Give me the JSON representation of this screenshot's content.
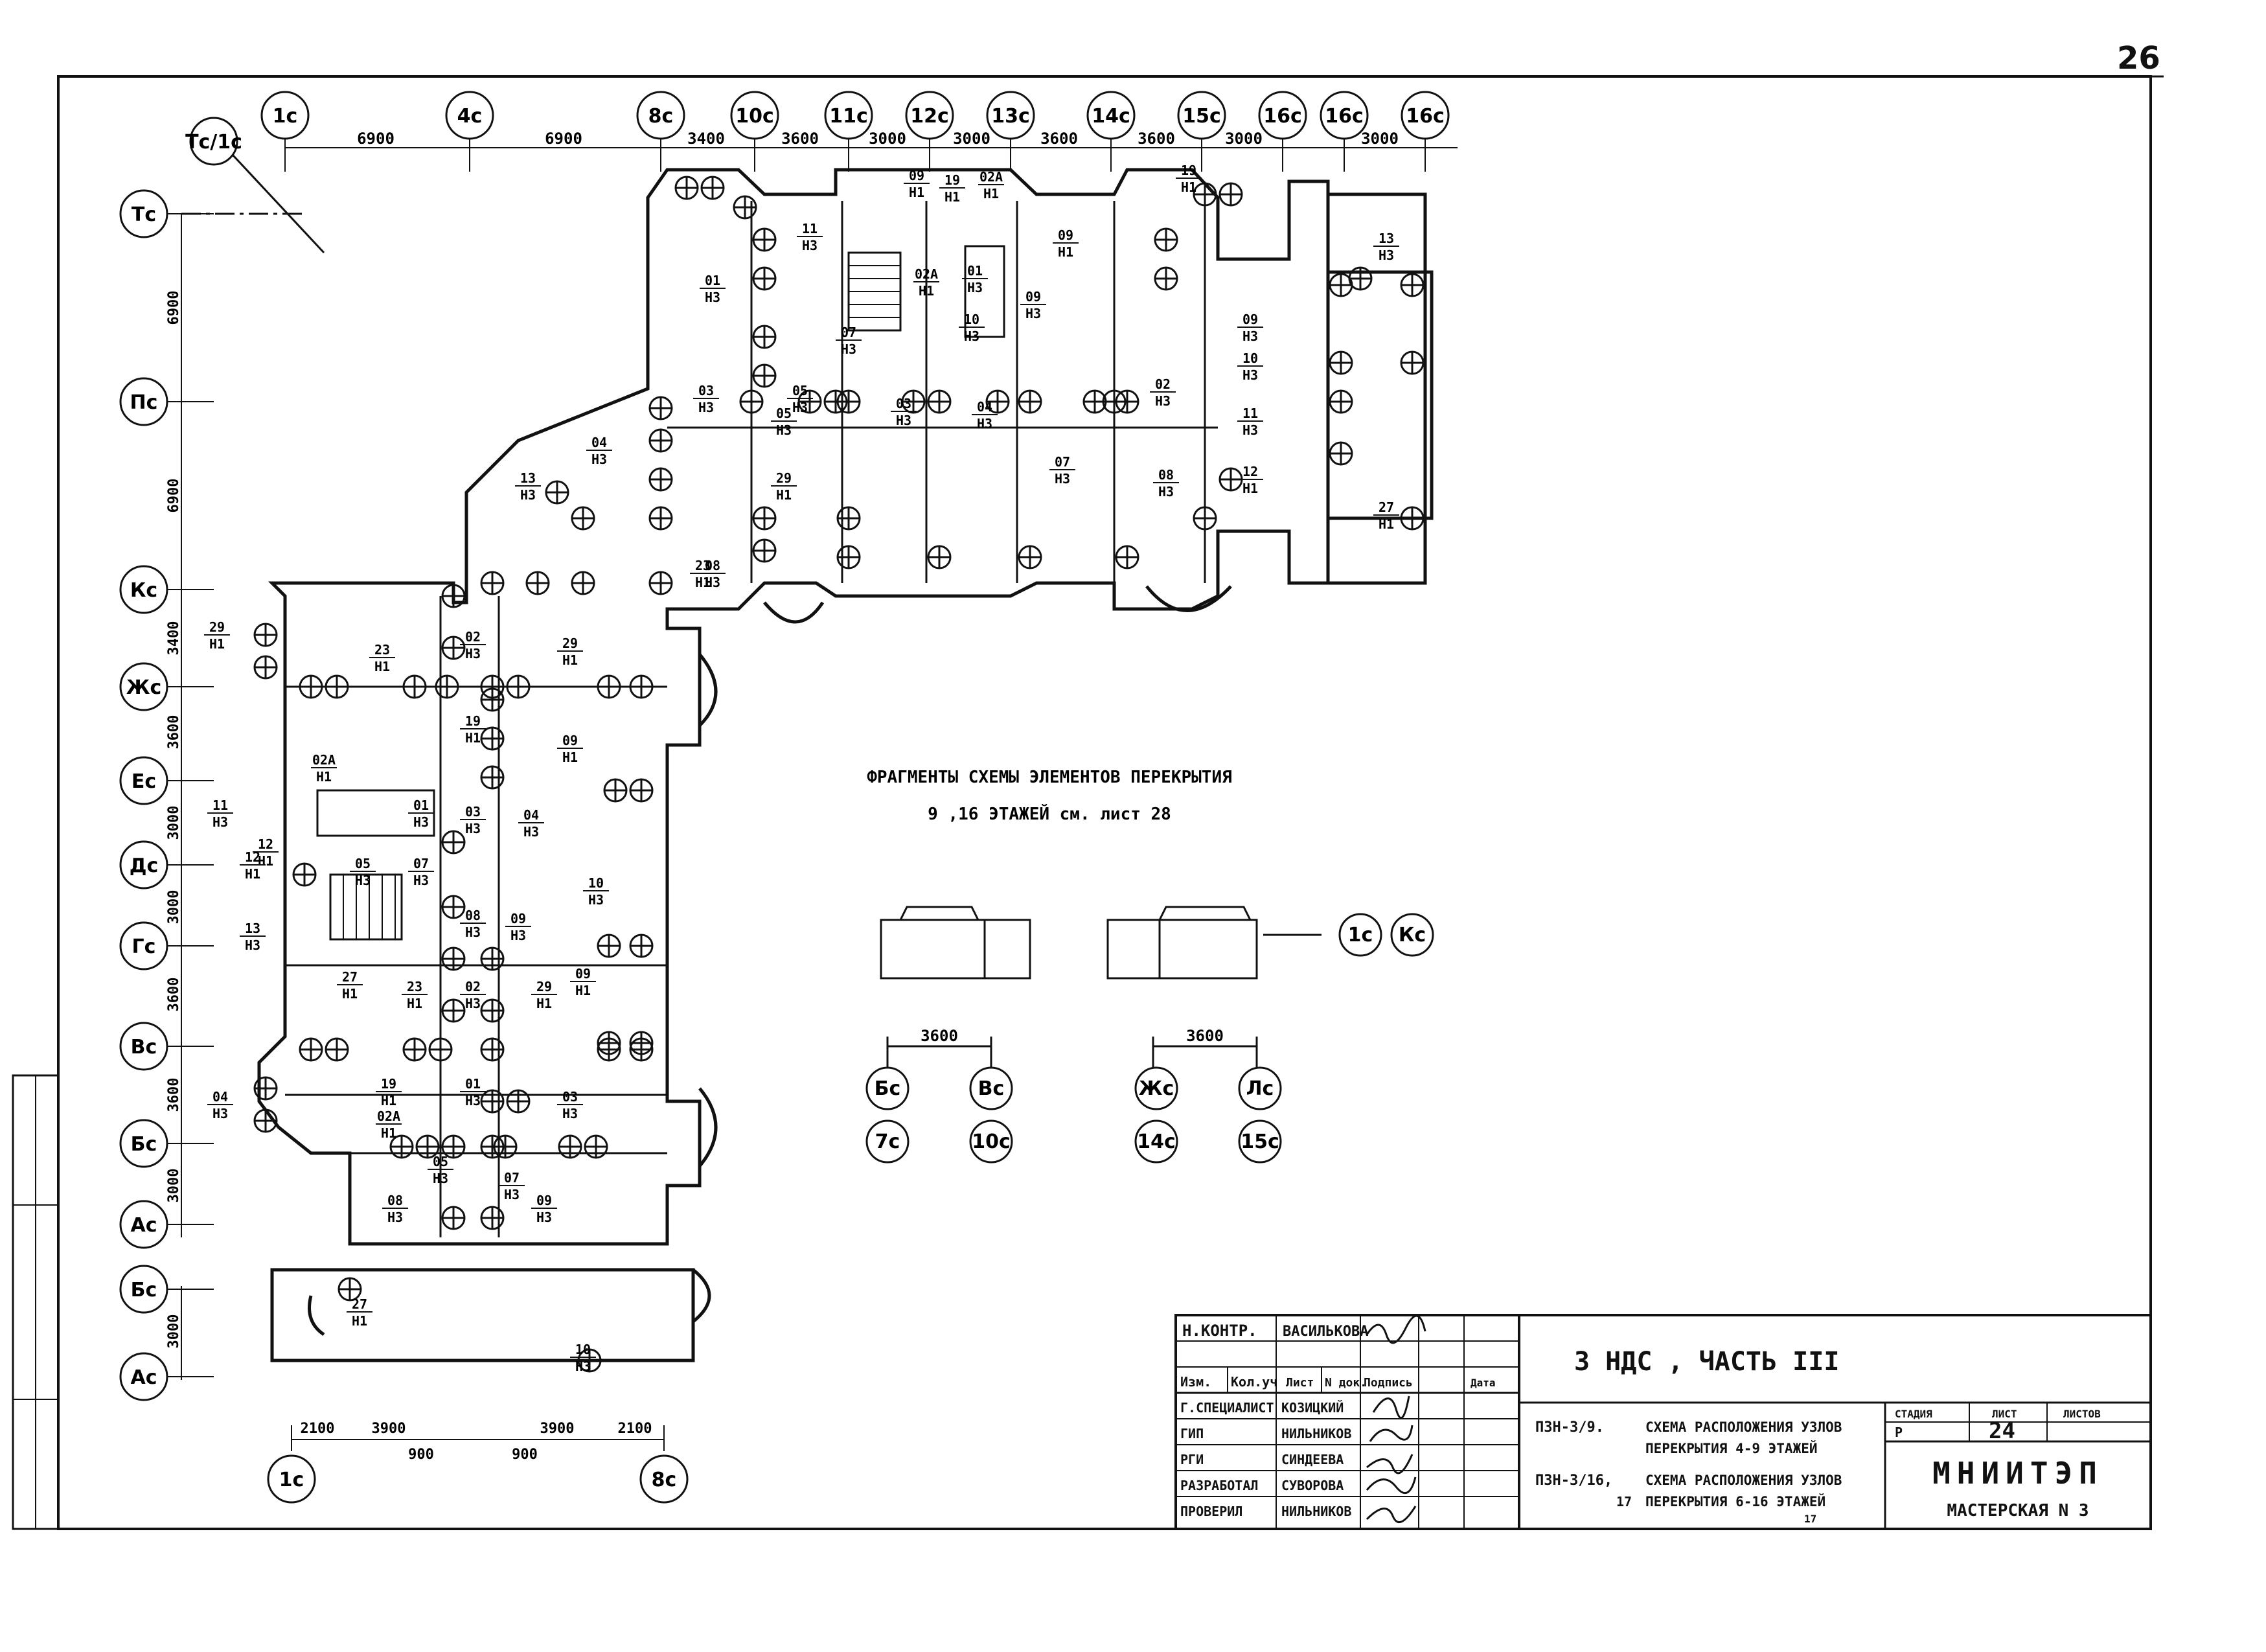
{
  "page_number": "26",
  "top_axes": [
    "1с",
    "4с",
    "8с",
    "10с",
    "11с",
    "12с",
    "13с",
    "14с",
    "15с",
    "16с",
    "16с",
    "16с"
  ],
  "top_dims": [
    "6900",
    "6900",
    "3400",
    "3600",
    "3000",
    "3000",
    "3600",
    "3600",
    "3000",
    "3000"
  ],
  "corner_axis": "Тс/1с",
  "left_axes": [
    "Тс",
    "Пс",
    "Кс",
    "Жс",
    "Ес",
    "Дс",
    "Гс",
    "Вс",
    "Бс",
    "Ас",
    "Бс",
    "Ас"
  ],
  "left_dims": [
    "6900",
    "6900",
    "3400",
    "3600",
    "3000",
    "3000",
    "3600",
    "3600",
    "3000",
    "3000"
  ],
  "bottom_axes": [
    "1с",
    "8с"
  ],
  "bottom_dims": [
    "2100",
    "3900",
    "3900",
    "2100"
  ],
  "bottom_subdims": [
    "900",
    "900"
  ],
  "fragment_title_line1": "ФРАГМЕНТЫ СХЕМЫ ЭЛЕМЕНТОВ ПЕРЕКРЫТИЯ",
  "fragment_title_line2": "9 ,16 ЭТАЖЕЙ  см. лист 28",
  "fragment_dim": "3600",
  "fragment_left_axes": [
    "Бс",
    "Вс",
    "7с",
    "10с"
  ],
  "fragment_right_axes": [
    "Жс",
    "Лс",
    "14с",
    "15с"
  ],
  "fragment_ref_axes": [
    "1с",
    "Кс"
  ],
  "node_labels": [
    {
      "num": "29",
      "sub": "Н1"
    },
    {
      "num": "09",
      "sub": "Н1"
    },
    {
      "num": "19",
      "sub": "Н1"
    },
    {
      "num": "02А",
      "sub": "Н1"
    },
    {
      "num": "01",
      "sub": "Н3"
    },
    {
      "num": "03",
      "sub": "Н3"
    },
    {
      "num": "04",
      "sub": "Н3"
    },
    {
      "num": "05",
      "sub": "Н3"
    },
    {
      "num": "07",
      "sub": "Н3"
    },
    {
      "num": "08",
      "sub": "Н3"
    },
    {
      "num": "09",
      "sub": "Н3"
    },
    {
      "num": "10",
      "sub": "Н3"
    },
    {
      "num": "11",
      "sub": "Н3"
    },
    {
      "num": "12",
      "sub": "Н1"
    },
    {
      "num": "13",
      "sub": "Н3"
    },
    {
      "num": "27",
      "sub": "Н1"
    },
    {
      "num": "23",
      "sub": "Н1"
    },
    {
      "num": "02",
      "sub": "Н3"
    }
  ],
  "title_block": {
    "rows": [
      {
        "role": "Н.КОНТР.",
        "name": "ВАСИЛЬКОВА"
      },
      {
        "role": "Изм.",
        "name": "Кол.уч"
      },
      {
        "role": "Г.СПЕЦИАЛИСТ",
        "name": "КОЗИЦКИЙ"
      },
      {
        "role": "ГИП",
        "name": "НИЛЬНИКОВ"
      },
      {
        "role": "РГИ",
        "name": "СИНДЕЕВА"
      },
      {
        "role": "РАЗРАБОТАЛ",
        "name": "СУВОРОВА"
      },
      {
        "role": "ПРОВЕРИЛ",
        "name": "НИЛЬНИКОВ"
      }
    ],
    "header_cols": [
      "Изм.",
      "Кол.уч",
      "Лист",
      "N док.",
      "Подпись",
      "Дата"
    ],
    "project": "3 НДС , ЧАСТЬ III",
    "sheet1_code": "ПЗН-3/9.",
    "sheet1_desc_line1": "СХЕМА РАСПОЛОЖЕНИЯ УЗЛОВ",
    "sheet1_desc_line2": "ПЕРЕКРЫТИЯ 4-9 ЭТАЖЕЙ",
    "sheet2_code": "ПЗН-3/16,",
    "sheet2_code2": "17",
    "sheet2_desc_line1": "СХЕМА РАСПОЛОЖЕНИЯ УЗЛОВ",
    "sheet2_desc_line2": "ПЕРЕКРЫТИЯ 6-16 ЭТАЖЕЙ",
    "sheet2_desc_sub": "17",
    "stage_label": "СТАДИЯ",
    "sheet_label": "ЛИСТ",
    "sheets_label": "ЛИСТОВ",
    "stage": "Р",
    "sheet": "24",
    "org": "МНИИТЭП",
    "workshop": "МАСТЕРСКАЯ N 3"
  }
}
